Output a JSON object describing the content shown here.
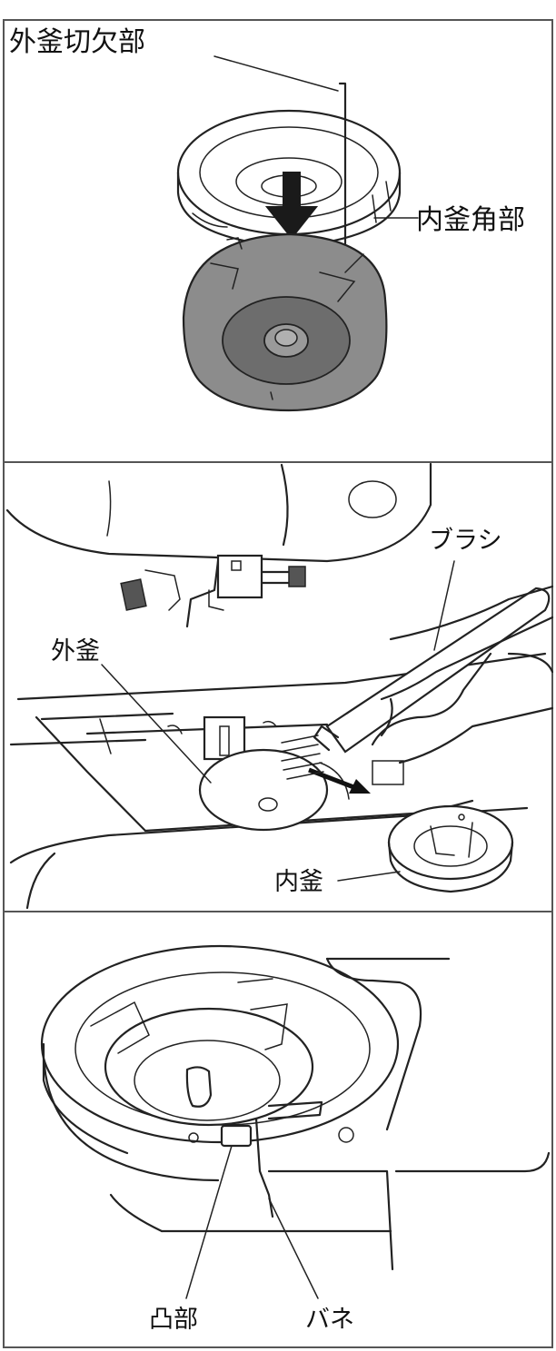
{
  "panel1": {
    "label_outer_notch": "外釜切欠部",
    "label_inner_corner": "内釜角部"
  },
  "panel2": {
    "label_brush": "ブラシ",
    "label_outer_hook": "外釜",
    "label_inner_hook": "内釜"
  },
  "panel3": {
    "label_protrusion": "凸部",
    "label_spring": "バネ"
  }
}
